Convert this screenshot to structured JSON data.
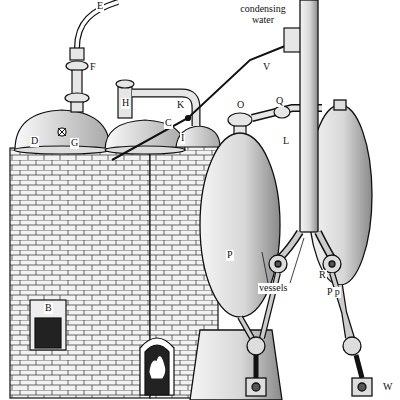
{
  "diagram": {
    "labels": [
      "E",
      "condensing water",
      "V",
      "F",
      "H",
      "K",
      "O",
      "Q",
      "C",
      "I",
      "L",
      "D",
      "G",
      "P",
      "vessels",
      "P p",
      "R",
      "B",
      "W"
    ]
  }
}
